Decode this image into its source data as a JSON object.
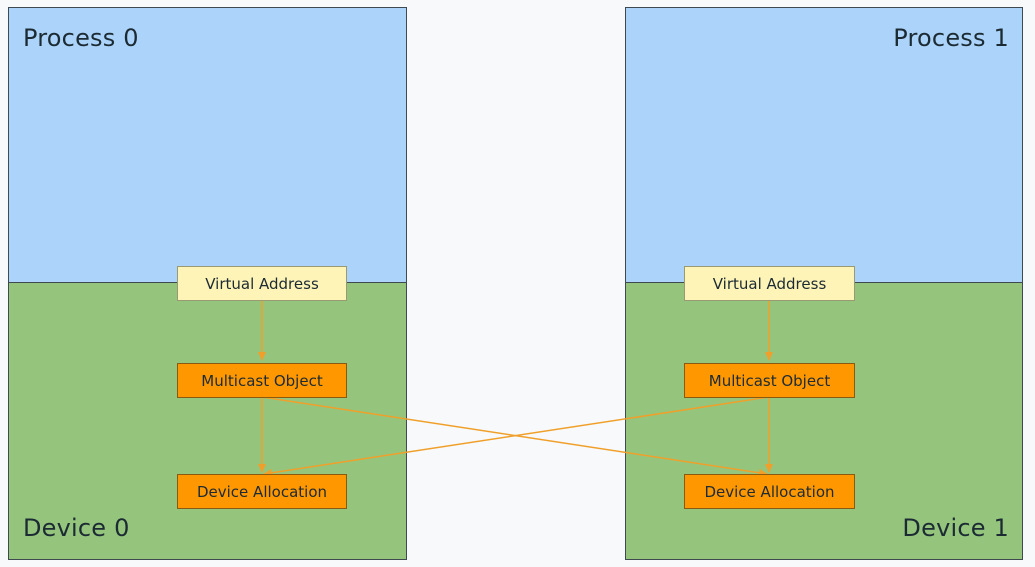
{
  "left": {
    "process_label": "Process 0",
    "device_label": "Device 0",
    "virtual_address": "Virtual Address",
    "multicast_object": "Multicast Object",
    "device_allocation": "Device Allocation"
  },
  "right": {
    "process_label": "Process 1",
    "device_label": "Device 1",
    "virtual_address": "Virtual Address",
    "multicast_object": "Multicast Object",
    "device_allocation": "Device Allocation"
  },
  "colors": {
    "process": "#acd4fa",
    "device": "#95c57d",
    "virtual_address": "#fff4b8",
    "orange_box": "#ff9800",
    "arrow": "#f0a02a"
  }
}
